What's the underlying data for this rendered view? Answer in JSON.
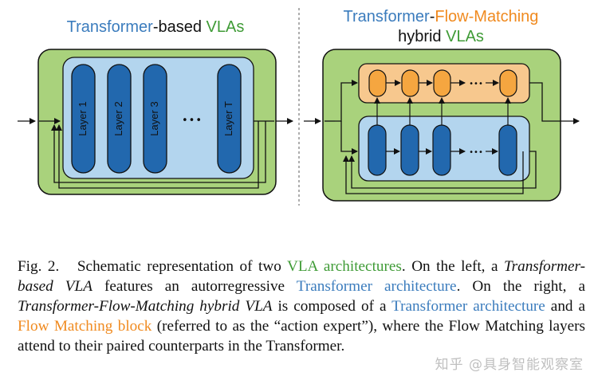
{
  "figure": {
    "left_title": {
      "part1": "Transformer",
      "part2": "-based ",
      "part3": "VLAs"
    },
    "right_title": {
      "line1_part1": "Transformer",
      "line1_part2": "-",
      "line1_part3": "Flow-Matching",
      "line2_part1": "hybrid ",
      "line2_part2": "VLAs"
    },
    "layers": [
      "Layer 1",
      "Layer 2",
      "Layer 3",
      "Layer T"
    ],
    "ellipsis": "•••",
    "ellipsis_small": "•••",
    "colors": {
      "outer_green": "#a9d27c",
      "inner_blue": "#b3d5ee",
      "layer_blue": "#2268ae",
      "flow_orange": "#f5a640",
      "flow_panel": "#f7c88e",
      "title_blue": "#3b7cbd",
      "title_green": "#3f9b36",
      "title_orange": "#f08a1f"
    }
  },
  "caption": {
    "fig_label": "Fig. 2.",
    "t1": "Schematic representation of two ",
    "t2": "VLA architectures",
    "t3": ". On the left, a ",
    "t4": "Transformer-based VLA",
    "t5": " features an autorregressive ",
    "t6": "Transformer architecture",
    "t7": ". On the right, a ",
    "t8": "Transformer-Flow-Matching hybrid VLA",
    "t9": " is composed of a ",
    "t10": "Transformer architecture",
    "t11": " and a ",
    "t12": "Flow Matching block",
    "t13": " (referred to as the “action expert”), where the Flow Matching layers attend to their paired counterparts in the Transformer."
  },
  "watermark": "知乎 @具身智能观察室"
}
